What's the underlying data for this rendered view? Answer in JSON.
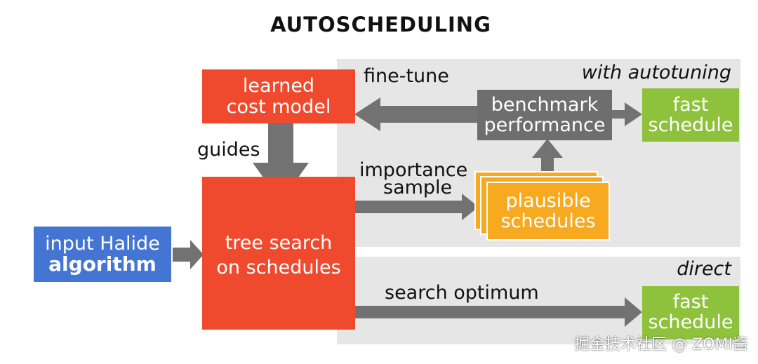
{
  "title": "AUTOSCHEDULING",
  "panels": {
    "autotuning_label": "with autotuning",
    "direct_label": "direct"
  },
  "nodes": {
    "input": {
      "line1": "input Halide",
      "line2": "algorithm"
    },
    "tree_search": {
      "line1": "tree search",
      "line2": "on schedules"
    },
    "cost_model": {
      "line1": "learned",
      "line2": "cost model"
    },
    "benchmark": {
      "line1": "benchmark",
      "line2": "performance"
    },
    "plausible": {
      "line1": "plausible",
      "line2": "schedules"
    },
    "fast_schedule_top": {
      "line1": "fast",
      "line2": "schedule"
    },
    "fast_schedule_bottom": {
      "line1": "fast",
      "line2": "schedule"
    }
  },
  "edges": {
    "guides": "guides",
    "fine_tune": "fine-tune",
    "importance_line1": "importance",
    "importance_line2": "sample",
    "search_optimum": "search optimum"
  },
  "colors": {
    "red": "#f04a2e",
    "blue": "#4575d2",
    "gray": "#6e6e6e",
    "green": "#8fc23c",
    "orange": "#f7a91f",
    "panel": "#e6e6e6",
    "arrow": "#727272"
  },
  "watermark": "掘金技术社区 @ ZOMI酱"
}
